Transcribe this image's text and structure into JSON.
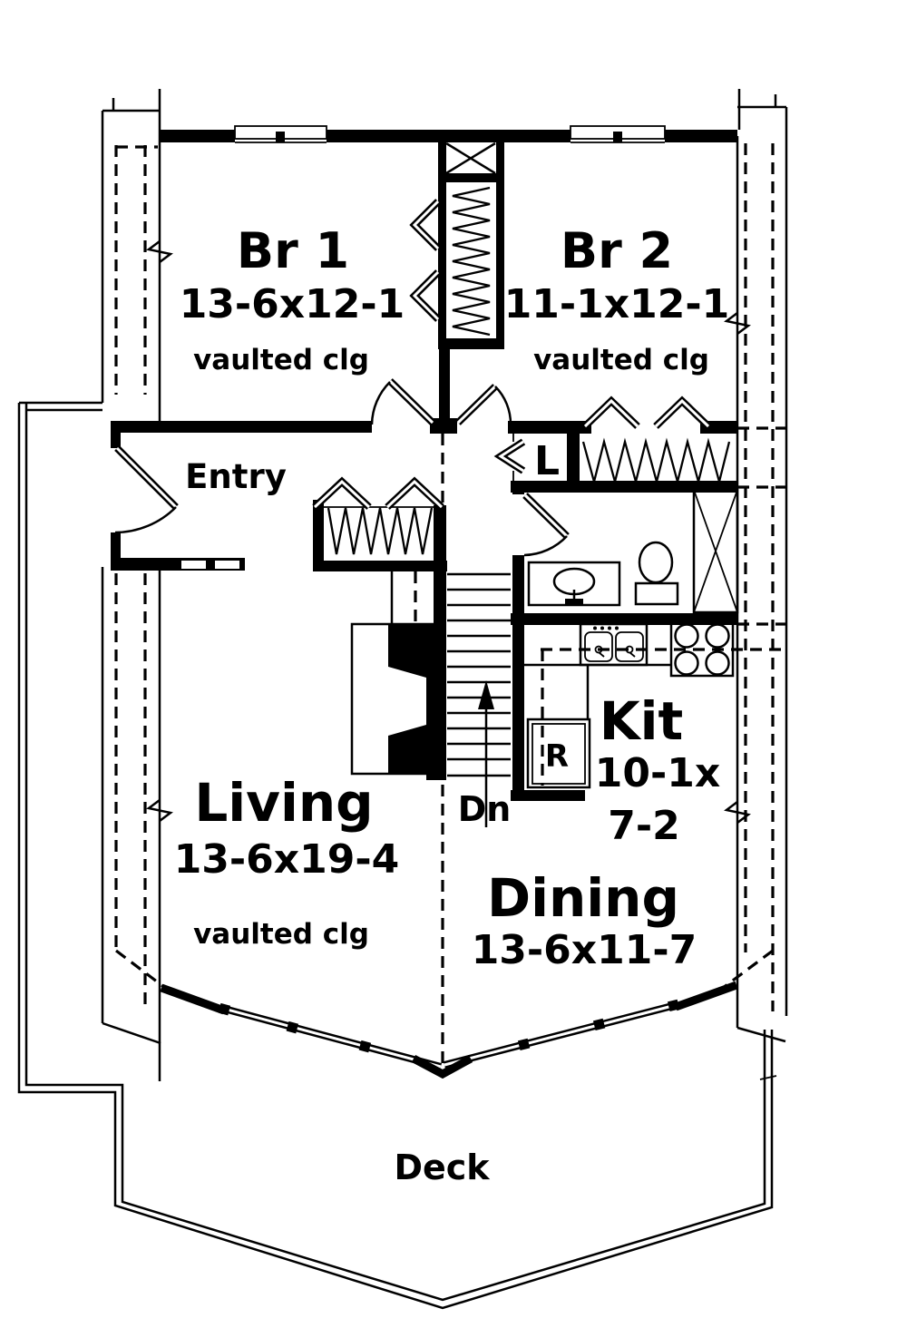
{
  "document": {
    "type": "floor plan"
  },
  "rooms": {
    "br1": {
      "name": "Br 1",
      "dimensions": "13-6x12-1",
      "ceiling": "vaulted clg"
    },
    "br2": {
      "name": "Br 2",
      "dimensions": "11-1x12-1",
      "ceiling": "vaulted clg"
    },
    "entry": {
      "name": "Entry"
    },
    "living": {
      "name": "Living",
      "dimensions": "13-6x19-4",
      "ceiling": "vaulted clg"
    },
    "dining": {
      "name": "Dining",
      "dimensions": "13-6x11-7"
    },
    "kitchen": {
      "name": "Kit",
      "dimensions_line1": "10-1x",
      "dimensions_line2": "7-2"
    },
    "deck": {
      "name": "Deck"
    }
  },
  "annotations": {
    "stair_direction": "Dn",
    "linen_closet": "L",
    "refrigerator": "R"
  },
  "colors": {
    "ink": "#000000",
    "paper": "#ffffff"
  }
}
